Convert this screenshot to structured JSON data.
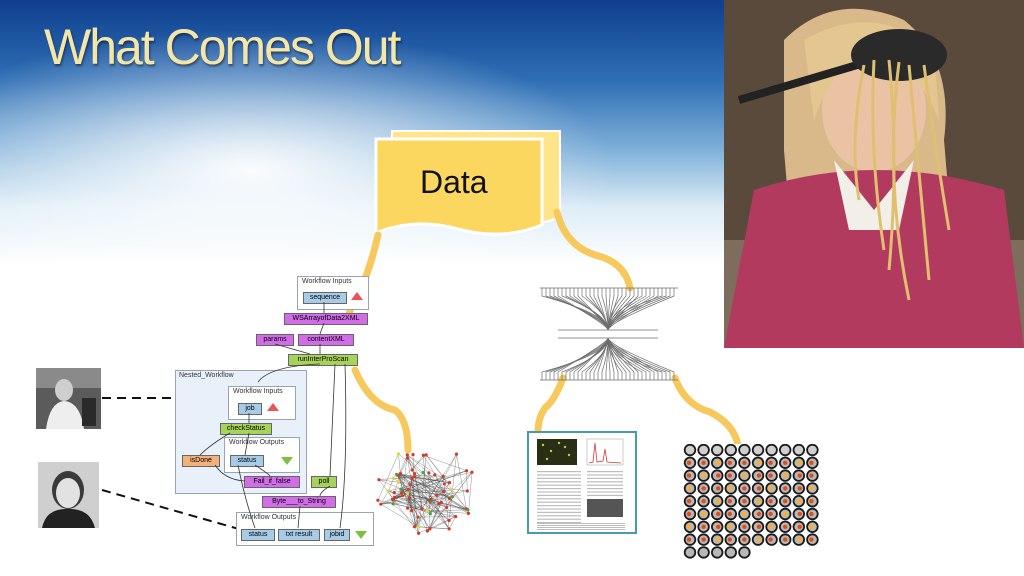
{
  "slide": {
    "title": "What Comes Out"
  },
  "data_doc": {
    "label": "Data"
  },
  "workflow": {
    "inputs_caption": "Workflow Inputs",
    "sequence": "sequence",
    "ws_array": "WSArrayofData2XML",
    "params": "params",
    "content_xml": "contentXML",
    "run_interpro": "runInterProScan",
    "nested_caption": "Nested_Workflow",
    "nested_inputs_caption": "Workflow Inputs",
    "job": "job",
    "check_status": "checkStatus",
    "nested_outputs_caption": "Workflow Outputs",
    "is_done": "isDone",
    "status": "status",
    "fail_if_false": "Fail_if_false",
    "poll": "poll",
    "byte_to_string": "Byte___to_String",
    "outputs_caption": "Workflow Outputs",
    "out_status": "status",
    "out_txt_result": "txt result",
    "out_jobid": "jobid"
  },
  "colors": {
    "connector": "#f7c85c",
    "purple": "#d26ce8",
    "green": "#a6d35a",
    "blue": "#a7cce8",
    "orange": "#f2b07a",
    "title": "#f3e6a8"
  }
}
